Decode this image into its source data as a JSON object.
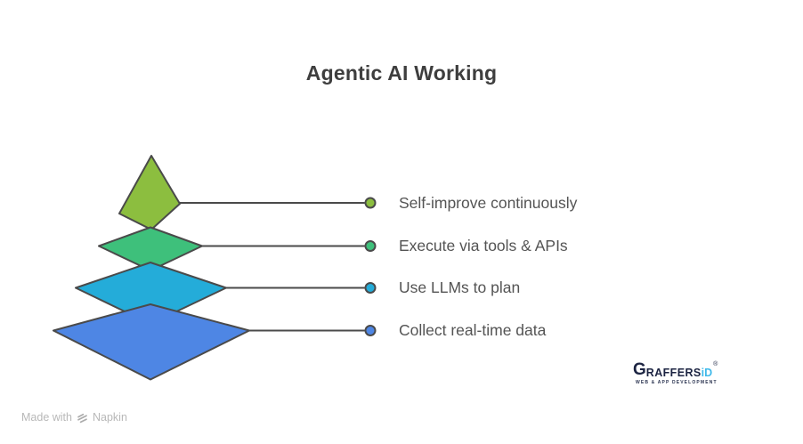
{
  "title": "Agentic AI Working",
  "pyramid": {
    "layers": [
      {
        "label": "Self-improve continuously",
        "color": "#8CBE3F"
      },
      {
        "label": "Execute via tools & APIs",
        "color": "#3EC07B"
      },
      {
        "label": "Use LLMs to plan",
        "color": "#24ACD9"
      },
      {
        "label": "Collect real-time data",
        "color": "#4E86E4"
      }
    ],
    "outline_color": "#4A4A4A",
    "connector_color": "#4A4A4A",
    "label_text_color": "#545454"
  },
  "footer": {
    "made_with": "Made with",
    "brand": "Napkin"
  },
  "logo": {
    "g": "G",
    "raffers": "RAFFERS",
    "id": "iD",
    "registered": "®",
    "tagline": "WEB & APP DEVELOPMENT",
    "navy": "#1C2442",
    "cyan": "#3FB9EA"
  }
}
